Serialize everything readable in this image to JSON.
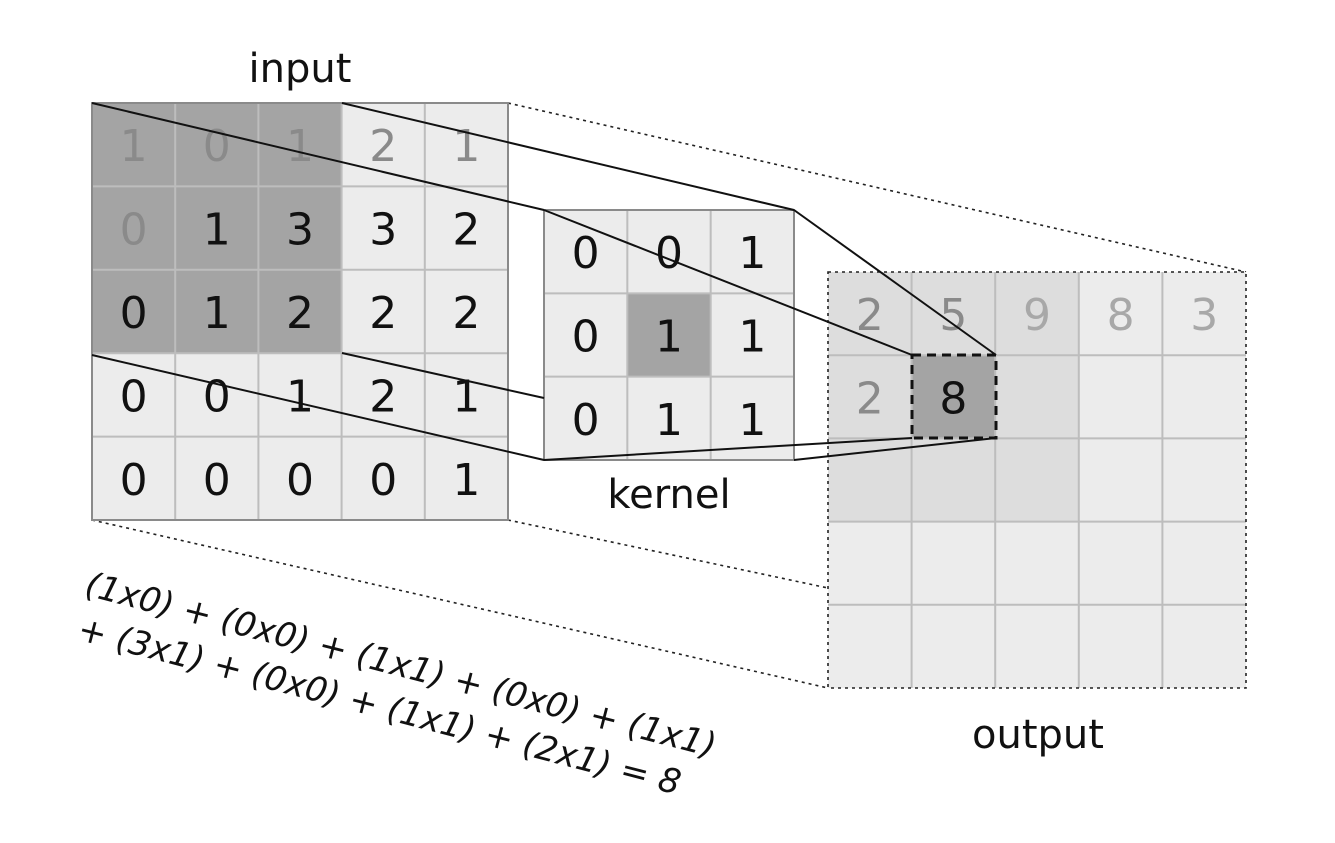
{
  "labels": {
    "input": "input",
    "kernel": "kernel",
    "output": "output"
  },
  "input": {
    "values": [
      [
        "1",
        "0",
        "1",
        "2",
        "1"
      ],
      [
        "0",
        "1",
        "3",
        "3",
        "2"
      ],
      [
        "0",
        "1",
        "2",
        "2",
        "2"
      ],
      [
        "0",
        "0",
        "1",
        "2",
        "1"
      ],
      [
        "0",
        "0",
        "0",
        "0",
        "1"
      ]
    ]
  },
  "kernel": {
    "values": [
      [
        "0",
        "0",
        "1"
      ],
      [
        "0",
        "1",
        "1"
      ],
      [
        "0",
        "1",
        "1"
      ]
    ]
  },
  "output": {
    "values": [
      [
        "2",
        "5",
        "9",
        "8",
        "3"
      ],
      [
        "2",
        "8",
        "",
        "",
        ""
      ],
      [
        "",
        "",
        "",
        "",
        ""
      ],
      [
        "",
        "",
        "",
        "",
        ""
      ],
      [
        "",
        "",
        "",
        "",
        ""
      ]
    ]
  },
  "formula": {
    "line1": "(1x0) + (0x0) + (1x1) + (0x0) + (1x1)",
    "line2": "+ (3x1) + (0x0) + (1x1) + (2x1) = 8"
  },
  "colors": {
    "light_cell": "#ececec",
    "dark_cell": "#a4a4a4",
    "output_bg": "#ececec",
    "output_region": "#dddddd",
    "text_dark": "#111111",
    "text_faded": "#8a8a8a",
    "text_faded_light": "#a8a8a8"
  }
}
